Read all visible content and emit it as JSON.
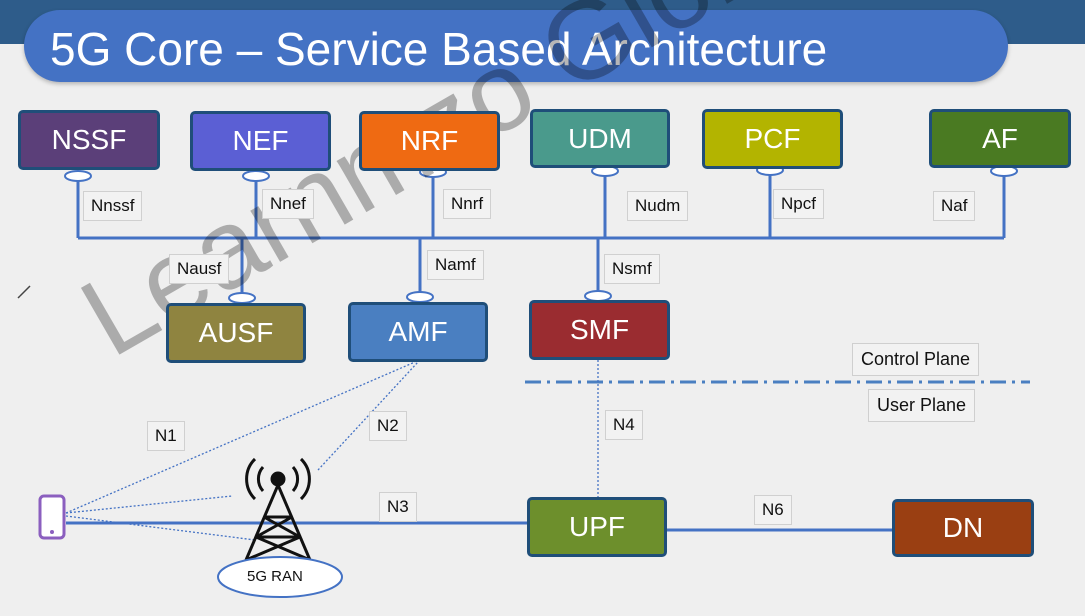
{
  "title": "5G Core – Service Based Architecture",
  "watermark": "Learnmzo Global",
  "nfs": {
    "nssf": "NSSF",
    "nef": "NEF",
    "nrf": "NRF",
    "udm": "UDM",
    "pcf": "PCF",
    "af": "AF",
    "ausf": "AUSF",
    "amf": "AMF",
    "smf": "SMF",
    "upf": "UPF",
    "dn": "DN"
  },
  "colors": {
    "nssf": "#5b3f79",
    "nef": "#5b5fd4",
    "nrf": "#ef6a12",
    "udm": "#4a9a8c",
    "pcf": "#b3b400",
    "af": "#4a7a22",
    "ausf": "#8f8440",
    "amf": "#4a7fc1",
    "smf": "#9a2c30",
    "upf": "#6d8f2c",
    "dn": "#9a3f12"
  },
  "interfaces": {
    "nnssf": "Nnssf",
    "nnef": "Nnef",
    "nnrf": "Nnrf",
    "nudm": "Nudm",
    "npcf": "Npcf",
    "naf": "Naf",
    "nausf": "Nausf",
    "namf": "Namf",
    "nsmf": "Nsmf"
  },
  "refpoints": {
    "n1": "N1",
    "n2": "N2",
    "n3": "N3",
    "n4": "N4",
    "n6": "N6"
  },
  "planes": {
    "control": "Control Plane",
    "user": "User Plane"
  },
  "ran_label": "5G RAN",
  "icons": {
    "ue": "phone-icon",
    "tower": "tower-icon",
    "pencil": "pencil-icon"
  }
}
